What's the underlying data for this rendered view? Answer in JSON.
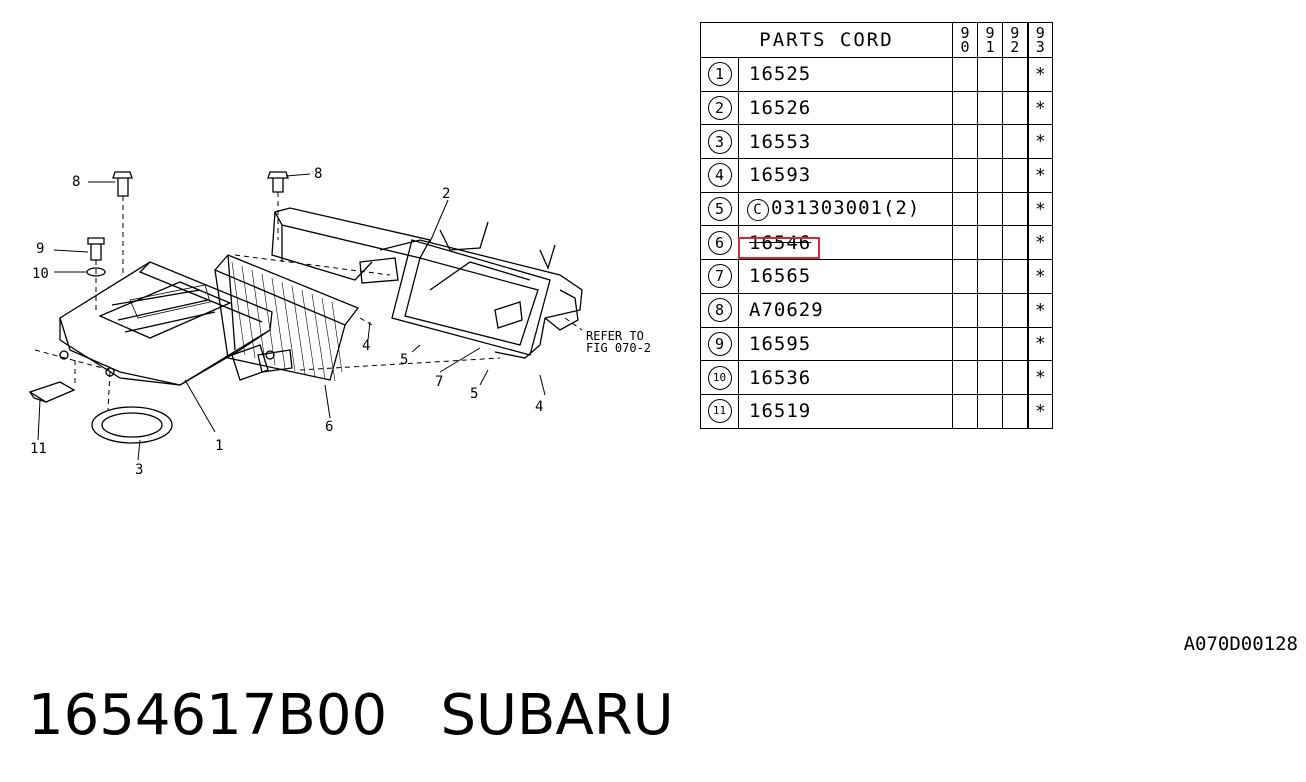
{
  "diagram": {
    "callouts": [
      "1",
      "2",
      "3",
      "4",
      "4",
      "5",
      "5",
      "6",
      "7",
      "8",
      "8",
      "9",
      "10",
      "11"
    ],
    "refer_note_line1": "REFER TO",
    "refer_note_line2": "FIG 070-2"
  },
  "table": {
    "header": {
      "title": "PARTS CORD",
      "years": [
        "9\n0",
        "9\n1",
        "9\n2",
        "9\n3"
      ]
    },
    "rows": [
      {
        "idx": "1",
        "code": "16525",
        "mark": "*"
      },
      {
        "idx": "2",
        "code": "16526",
        "mark": "*"
      },
      {
        "idx": "3",
        "code": "16553",
        "mark": "*"
      },
      {
        "idx": "4",
        "code": "16593",
        "mark": "*"
      },
      {
        "idx": "5",
        "code_prefix": "C",
        "code": "031303001(2)",
        "mark": "*"
      },
      {
        "idx": "6",
        "code": "16546",
        "mark": "*",
        "highlighted": true
      },
      {
        "idx": "7",
        "code": "16565",
        "mark": "*"
      },
      {
        "idx": "8",
        "code": "A70629",
        "mark": "*"
      },
      {
        "idx": "9",
        "code": "16595",
        "mark": "*"
      },
      {
        "idx": "10",
        "code": "16536",
        "mark": "*"
      },
      {
        "idx": "11",
        "code": "16519",
        "mark": "*"
      }
    ]
  },
  "reference_code": "A070D00128",
  "footer": {
    "part_number": "1654617B00",
    "brand": "SUBARU"
  },
  "colors": {
    "highlight": "#d42a36",
    "ink": "#000000"
  }
}
